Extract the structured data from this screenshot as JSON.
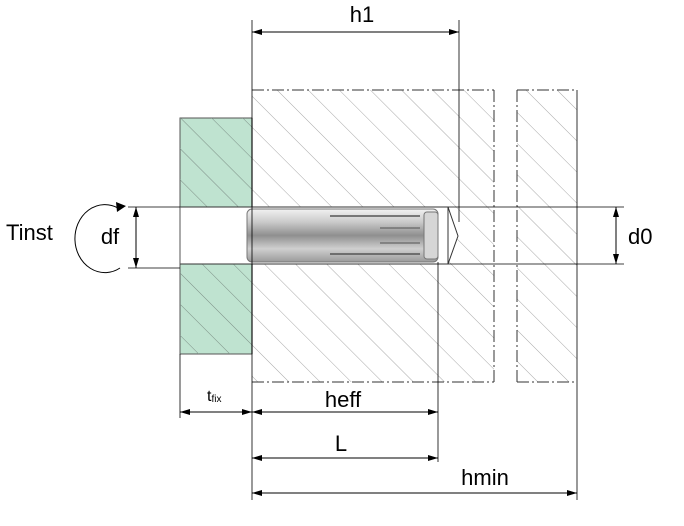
{
  "labels": {
    "h1": "h1",
    "tinst": "Tinst",
    "df": "df",
    "d0": "d0",
    "tfix_main": "t",
    "tfix_sub": "fix",
    "heff": "heff",
    "L": "L",
    "hmin": "hmin"
  },
  "colors": {
    "fixture": "#bfe3d0",
    "hatch": "#a8a8a8",
    "anchor_light": "#e6e6e6",
    "anchor_dark": "#8a8a8a"
  }
}
